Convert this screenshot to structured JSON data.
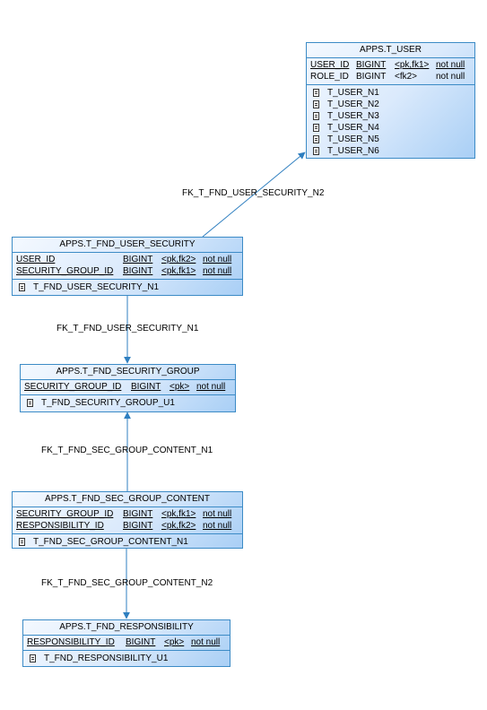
{
  "entities": {
    "t_user": {
      "title": "APPS.T_USER",
      "columns": [
        {
          "name": "USER_ID",
          "type": "BIGINT",
          "key": "<pk,fk1>",
          "null": "not null",
          "underline": true
        },
        {
          "name": "ROLE_ID",
          "type": "BIGINT",
          "key": "<fk2>",
          "null": "not null",
          "underline": false
        }
      ],
      "indexes": [
        "T_USER_N1",
        "T_USER_N2",
        "T_USER_N3",
        "T_USER_N4",
        "T_USER_N5",
        "T_USER_N6"
      ]
    },
    "user_security": {
      "title": "APPS.T_FND_USER_SECURITY",
      "columns": [
        {
          "name": "USER_ID",
          "type": "BIGINT",
          "key": "<pk,fk2>",
          "null": "not null",
          "underline": true
        },
        {
          "name": "SECURITY_GROUP_ID",
          "type": "BIGINT",
          "key": "<pk,fk1>",
          "null": "not null",
          "underline": true
        }
      ],
      "indexes": [
        "T_FND_USER_SECURITY_N1"
      ]
    },
    "security_group": {
      "title": "APPS.T_FND_SECURITY_GROUP",
      "columns": [
        {
          "name": "SECURITY_GROUP_ID",
          "type": "BIGINT",
          "key": "<pk>",
          "null": "not null",
          "underline": true
        }
      ],
      "indexes": [
        "T_FND_SECURITY_GROUP_U1"
      ]
    },
    "sec_group_content": {
      "title": "APPS.T_FND_SEC_GROUP_CONTENT",
      "columns": [
        {
          "name": "SECURITY_GROUP_ID",
          "type": "BIGINT",
          "key": "<pk,fk1>",
          "null": "not null",
          "underline": true
        },
        {
          "name": "RESPONSIBILITY_ID",
          "type": "BIGINT",
          "key": "<pk,fk2>",
          "null": "not null",
          "underline": true
        }
      ],
      "indexes": [
        "T_FND_SEC_GROUP_CONTENT_N1"
      ]
    },
    "responsibility": {
      "title": "APPS.T_FND_RESPONSIBILITY",
      "columns": [
        {
          "name": "RESPONSIBILITY_ID",
          "type": "BIGINT",
          "key": "<pk>",
          "null": "not null",
          "underline": true
        }
      ],
      "indexes": [
        "T_FND_RESPONSIBILITY_U1"
      ]
    }
  },
  "relationships": {
    "fk_user_security_n2": "FK_T_FND_USER_SECURITY_N2",
    "fk_user_security_n1": "FK_T_FND_USER_SECURITY_N1",
    "fk_sec_group_content_n1": "FK_T_FND_SEC_GROUP_CONTENT_N1",
    "fk_sec_group_content_n2": "FK_T_FND_SEC_GROUP_CONTENT_N2"
  },
  "colors": {
    "border": "#3c8bc6",
    "line": "#2f7fc0"
  }
}
